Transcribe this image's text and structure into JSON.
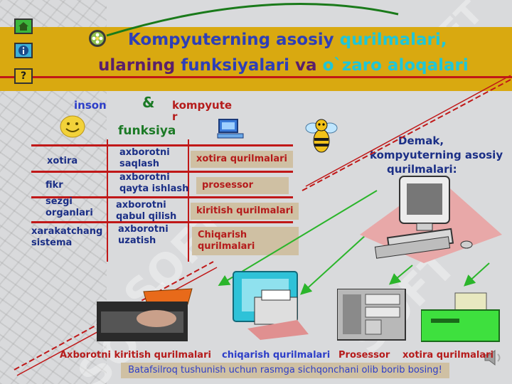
{
  "slide": {
    "title_line1_part1": "Kompyuterning asosiy",
    "title_line1_part2": "qurilmalari,",
    "title_line2_part1": "ularning",
    "title_line2_part2": "funksiyalari",
    "title_line2_part3": "va",
    "title_line2_part4": "o`zaro aloqalari",
    "watermark": "SOFT"
  },
  "nav": {
    "home_icon": "home-icon",
    "info_icon": "info-icon",
    "help_label": "?"
  },
  "headers": {
    "inson": "inson",
    "ampersand": "&",
    "kompyuter_line1": "kompyute",
    "kompyuter_line2": "r",
    "funksiya": "funksiya"
  },
  "rows": [
    {
      "human": "xotira",
      "function_line1": "axborotni",
      "function_line2": "saqlash",
      "device": "xotira qurilmalari"
    },
    {
      "human": "fikr",
      "function_line1": "axborotni",
      "function_line2": "qayta ishlash",
      "device": "prosessor"
    },
    {
      "human_line1": "sezgi",
      "human_line2": "organlari",
      "function_line1": "axborotni",
      "function_line2": "qabul qilish",
      "device": "kiritish qurilmalari"
    },
    {
      "human_line1": "xarakatchang",
      "human_line2": "sistema",
      "function_line1": "axborotni",
      "function_line2": "uzatish",
      "device_line1": "Chiqarish",
      "device_line2": "qurilmalari"
    }
  ],
  "summary": {
    "line1": "Demak,",
    "line2": "kompyuterning asosiy",
    "line3": "qurilmalari:"
  },
  "bottom_labels": {
    "input": "Axborotni kiritish qurilmalari",
    "output": "chiqarish qurilmalari",
    "processor": "Prosessor",
    "storage": "xotira qurilmalari"
  },
  "hint": "Batafsilroq tushunish uchun rasmga sichqonchani olib borib bosing!",
  "colors": {
    "title_band": "#d9a910",
    "title_blue": "#2e3fb7",
    "accent_red": "#c01818",
    "label_box": "#cfc0a3",
    "arrow_green": "#2bb52b"
  }
}
